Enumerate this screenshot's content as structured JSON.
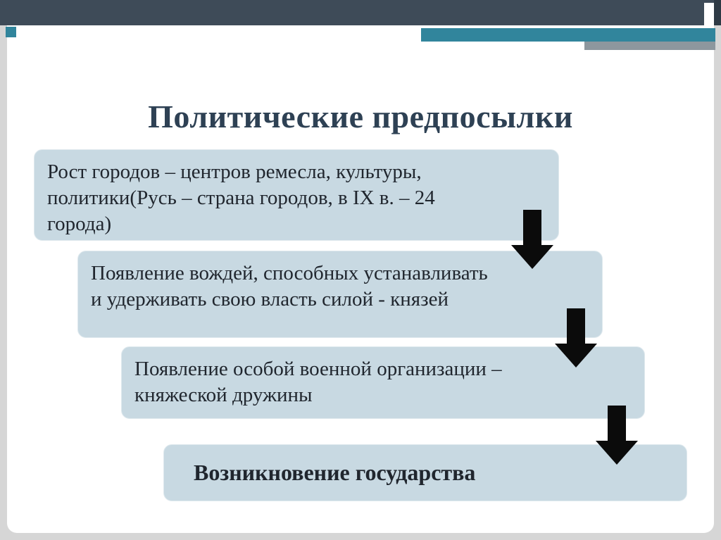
{
  "slide": {
    "title": "Политические предпосылки",
    "steps": [
      {
        "text": "Рост городов – центров ремесла, культуры, политики(Русь – страна городов, в IX в. – 24 города)"
      },
      {
        "text": "Появление вождей, способных устанавливать и удерживать свою власть силой - князей"
      },
      {
        "text": "Появление особой военной организации – княжеской дружины"
      },
      {
        "text": "Возникновение государства"
      }
    ],
    "colors": {
      "top_bar": "#3e4b58",
      "accent_teal": "#31859c",
      "box_fill": "#c8d9e2",
      "title_color": "#2e4154",
      "text_color": "#20262e",
      "arrow_color": "#0b0b0b",
      "frame_gray": "#d6d6d6"
    }
  }
}
